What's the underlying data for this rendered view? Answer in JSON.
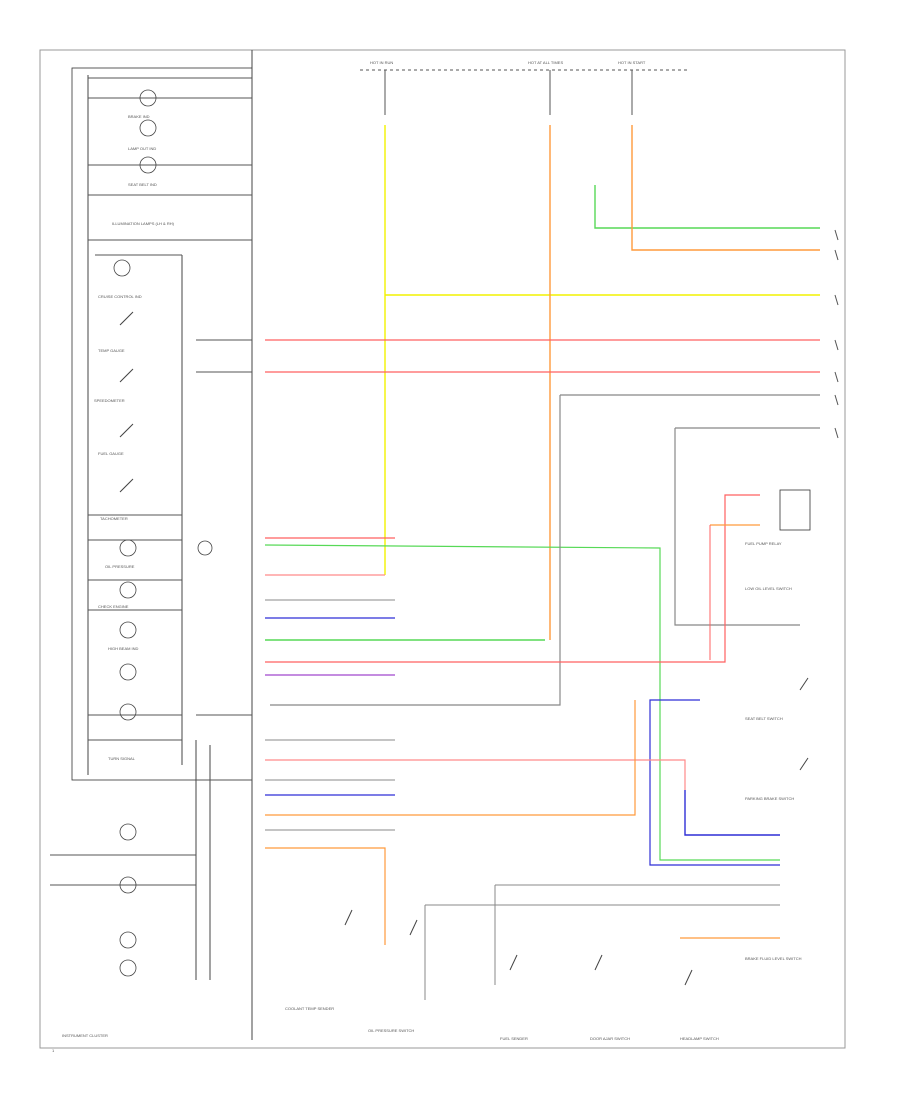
{
  "diagram": {
    "footer_label": "INSTRUMENT CLUSTER",
    "page_mark": "1",
    "colors": {
      "yellow": "#f2f200",
      "red": "#ff6060",
      "pink": "#ff8a8a",
      "orange": "#ff9a3c",
      "green": "#57d957",
      "light_green": "#8fe68f",
      "blue": "#2f2fd6",
      "violet": "#b066d6",
      "gray": "#888888",
      "black": "#333333"
    },
    "cluster_labels": {
      "brake": "BRAKE IND",
      "lamp": "LAMP OUT IND",
      "seat": "SEAT BELT IND",
      "illum": "ILLUMINATION LAMPS (LH & RH)",
      "cruise": "CRUISE CONTROL IND",
      "temp": "TEMP GAUGE",
      "speed": "SPEEDOMETER",
      "fuel": "FUEL GAUGE",
      "tach": "TACHOMETER",
      "oil": "OIL PRESSURE",
      "check": "CHECK ENGINE",
      "high": "HIGH BEAM IND",
      "turn": "TURN SIGNAL",
      "cluster": "INSTRUMENT CLUSTER"
    },
    "fuses": {
      "f1": "HOT IN RUN",
      "f2": "HOT AT ALL TIMES",
      "f3": "HOT IN START"
    },
    "right_labels": {
      "r1": "FUEL PUMP RELAY",
      "r2": "LOW OIL LEVEL SWITCH",
      "r3": "SEAT BELT SWITCH",
      "r4": "PARKING BRAKE SWITCH",
      "r5": "BRAKE FLUID LEVEL SWITCH"
    },
    "bottom_labels": {
      "b1": "COOLANT TEMP SENDER",
      "b2": "OIL PRESSURE SWITCH",
      "b3": "FUEL SENDER",
      "b4": "DOOR AJAR SWITCH",
      "b5": "HEADLAMP SWITCH"
    }
  }
}
